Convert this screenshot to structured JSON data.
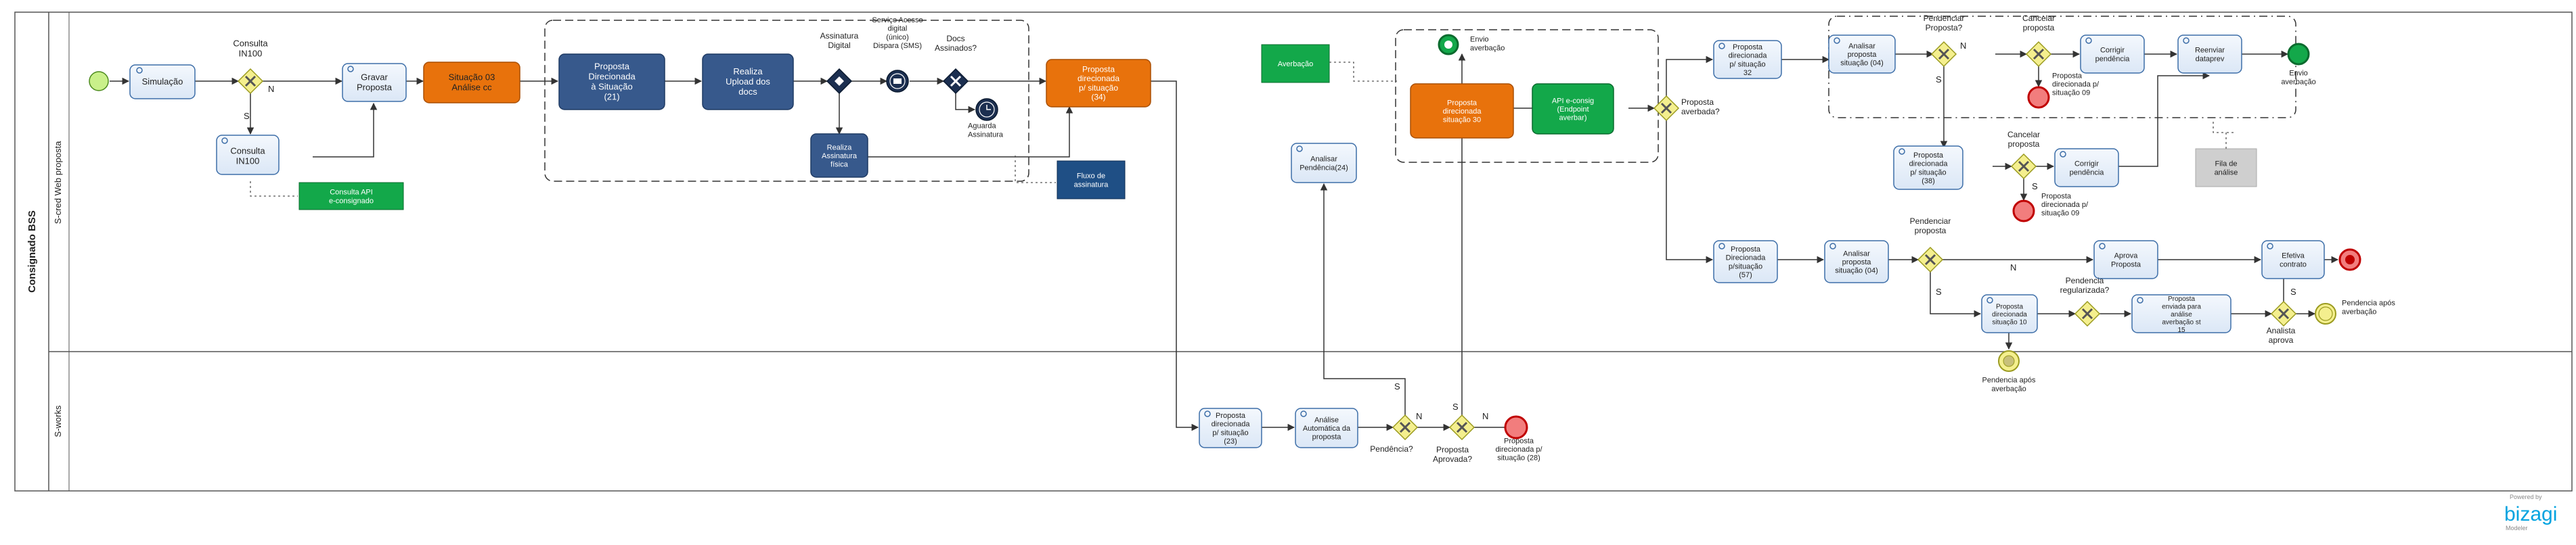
{
  "pool": {
    "title": "Consignado BSS"
  },
  "lanes": {
    "top": "S-cred Web proposta",
    "bottom": "S-works"
  },
  "tasks": {
    "simulacao": "Simulação",
    "gravar": "Gravar Proposta",
    "consulta_in100": "Consulta IN100",
    "situacao03": "Situação 03 Análise cc",
    "proposta_direcionada_21": "Proposta Direcionada à Situação (21)",
    "upload_docs": "Realiza Upload dos docs",
    "assinatura_fisica": "Realiza Assinatura física",
    "proposta_34": "Proposta direcionada p/ situação (34)",
    "proposta_23": "Proposta direcionada p/ situação (23)",
    "analise_auto": "Análise Automática da proposta",
    "analisar_pendencia": "Analisar Pendência(24)",
    "proposta_30": "Proposta direcionada situação 30",
    "api_econsig": "API e-consig (Endpoint averbar)",
    "proposta_32": "Proposta direcionada p/ situação 32",
    "analisar_04_top": "Analisar proposta situação (04)",
    "corrigir_top": "Corrigir pendência",
    "reenviar": "Reenviar dataprev",
    "proposta_38": "Proposta direcionada p/ situação (38)",
    "corrigir_mid": "Corrigir pendência",
    "proposta_57": "Proposta Direcionada p/situação (57)",
    "analisar_04_bot": "Analisar proposta situação (04)",
    "aprova": "Aprova Proposta",
    "efetiva": "Efetiva contrato",
    "proposta_10": "Proposta direcionada situação 10",
    "proposta_enviada": "Proposta enviada para análise averbação st 15"
  },
  "gateways": {
    "consulta_in100": "Consulta IN100",
    "assinatura_digital": "Assinatura Digital",
    "docs_assinados": "Docs Assinados?",
    "pendencia": "Pendência?",
    "proposta_aprovada": "Proposta Aprovada?",
    "proposta_averbada": "Proposta averbada?",
    "pendenciar_top": "Pendenciar Proposta?",
    "cancelar_top": "Cancelar proposta",
    "cancelar_mid": "Cancelar proposta",
    "pendenciar_bot": "Pendenciar proposta",
    "pendencia_regularizada": "Pendencia regularizada?",
    "analista_aprova": "Analista aprova"
  },
  "events": {
    "servico_acesso": "Serviço Acesso digital (único) Dispara (SMS)",
    "aguarda_assinatura": "Aguarda Assinatura",
    "envio_averbacao_top": "Envio averbação",
    "envio_averbacao_right": "Envio averbação",
    "proposta_28": "Proposta direcionada p/ situação (28)",
    "proposta_09_top": "Proposta direcionada p/ situação 09",
    "proposta_09_mid": "Proposta direcionada p/ situação 09",
    "pendencia_apos_bottom": "Pendencia após averbação",
    "pendencia_apos_right": "Pendencia após averbação"
  },
  "artifacts": {
    "consulta_api": "Consulta API e-consignado",
    "fluxo_assinatura": "Fluxo de assinatura",
    "averbacao": "Averbação",
    "fila_analise": "Fila de análise"
  },
  "flows": {
    "yes": "S",
    "no": "N"
  },
  "brand": {
    "name": "bizagi",
    "powered": "Powered by",
    "product": "Modeler"
  },
  "colors": {
    "task_fill": "#e8f0fb",
    "task_stroke": "#3d6ea8",
    "orange": "#e8720c",
    "dark_blue": "#37598c",
    "navy": "#1f4f85",
    "green": "#13a84a",
    "gateway_fill": "#f4ef8e",
    "gateway_stroke": "#9b9b20",
    "dark_gateway": "#1c2f50",
    "start_fill": "#c9f08a",
    "end_fill": "#f27d7d",
    "end_stroke": "#c00000",
    "bizagi_blue": "#00a3e0"
  }
}
